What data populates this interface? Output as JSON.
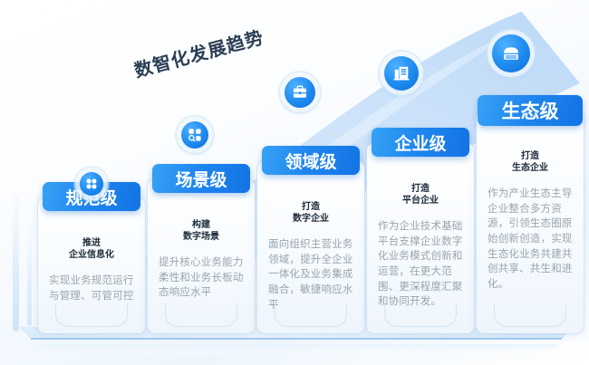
{
  "title": "数智化发展趋势",
  "colors": {
    "badge_blue_light": "#36a2f5",
    "badge_blue_dark": "#1374e4",
    "icon_blue": "#1f8cf0",
    "title_text": "#2b3f55",
    "subtitle_text": "#1d2b3a",
    "body_text": "#9aa4ad",
    "page_bg": "#ffffff",
    "arrow_blue": "#cfe4fa"
  },
  "levels": [
    {
      "badge": "规范级",
      "subtitle_line1": "推进",
      "subtitle_line2": "企业信息化",
      "body": "实现业务规范运行与管理、可管可控",
      "icon": "grid-four-dots-icon"
    },
    {
      "badge": "场景级",
      "subtitle_line1": "构建",
      "subtitle_line2": "数字场景",
      "body": "提升核心业务能力柔性和业务长板动态响应水平",
      "icon": "grid-search-icon"
    },
    {
      "badge": "领域级",
      "subtitle_line1": "打造",
      "subtitle_line2": "数字企业",
      "body": "面向组织主营业务领域，提升全企业一体化及业务集成融合，敏捷响应水平",
      "icon": "briefcase-icon"
    },
    {
      "badge": "企业级",
      "subtitle_line1": "打造",
      "subtitle_line2": "平台企业",
      "body": "作为企业技术基础平台支撑企业数字化业务模式创新和运营，在更大范围、更深程度汇聚和协同开发。",
      "icon": "building-icon"
    },
    {
      "badge": "生态级",
      "subtitle_line1": "打造",
      "subtitle_line2": "生态企业",
      "body": "作为产业生态主导企业整合多方资源，引领生态圈原始创新创造，实现生态化业务共建共创共享、共生和进化。",
      "icon": "database-layers-icon"
    }
  ]
}
